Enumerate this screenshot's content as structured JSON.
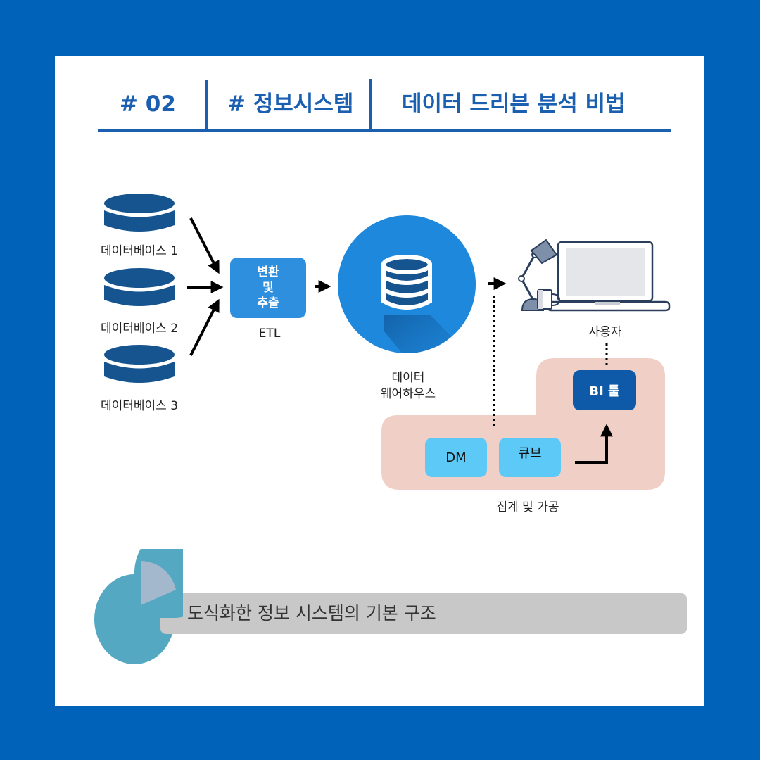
{
  "header": {
    "number": "# 02",
    "category": "# 정보시스템",
    "title": "데이터 드리븐 분석 비법"
  },
  "diagram": {
    "sources": [
      {
        "label": "데이터베이스 1"
      },
      {
        "label": "데이터베이스 2"
      },
      {
        "label": "데이터베이스 3"
      }
    ],
    "etl": {
      "line1": "변환",
      "line2": "및",
      "line3": "추출",
      "caption": "ETL"
    },
    "warehouse": {
      "line1": "데이터",
      "line2": "웨어하우스"
    },
    "user": {
      "label": "사용자"
    },
    "aggregation": {
      "dm": "DM",
      "cube": "큐브",
      "caption": "집계 및 가공"
    },
    "bi_tool": {
      "label": "BI 툴"
    }
  },
  "caption": {
    "text": "도식화한 정보 시스템의 기본 구조"
  },
  "colors": {
    "frame": "#0062b8",
    "accent": "#1b5fb0",
    "db_dark": "#15548f",
    "etl_box": "#2d8fde",
    "warehouse_circle": "#1e88dc",
    "mart_box": "#5cc9f7",
    "bi_box": "#0e5aa8",
    "aggregation_bg": "#f0cfc6",
    "caption_bar": "#c8c8c8"
  },
  "icons": [
    "database-icon",
    "laptop-icon",
    "desk-lamp-icon",
    "mug-icon",
    "pie-chart-icon",
    "arrow-icon"
  ]
}
